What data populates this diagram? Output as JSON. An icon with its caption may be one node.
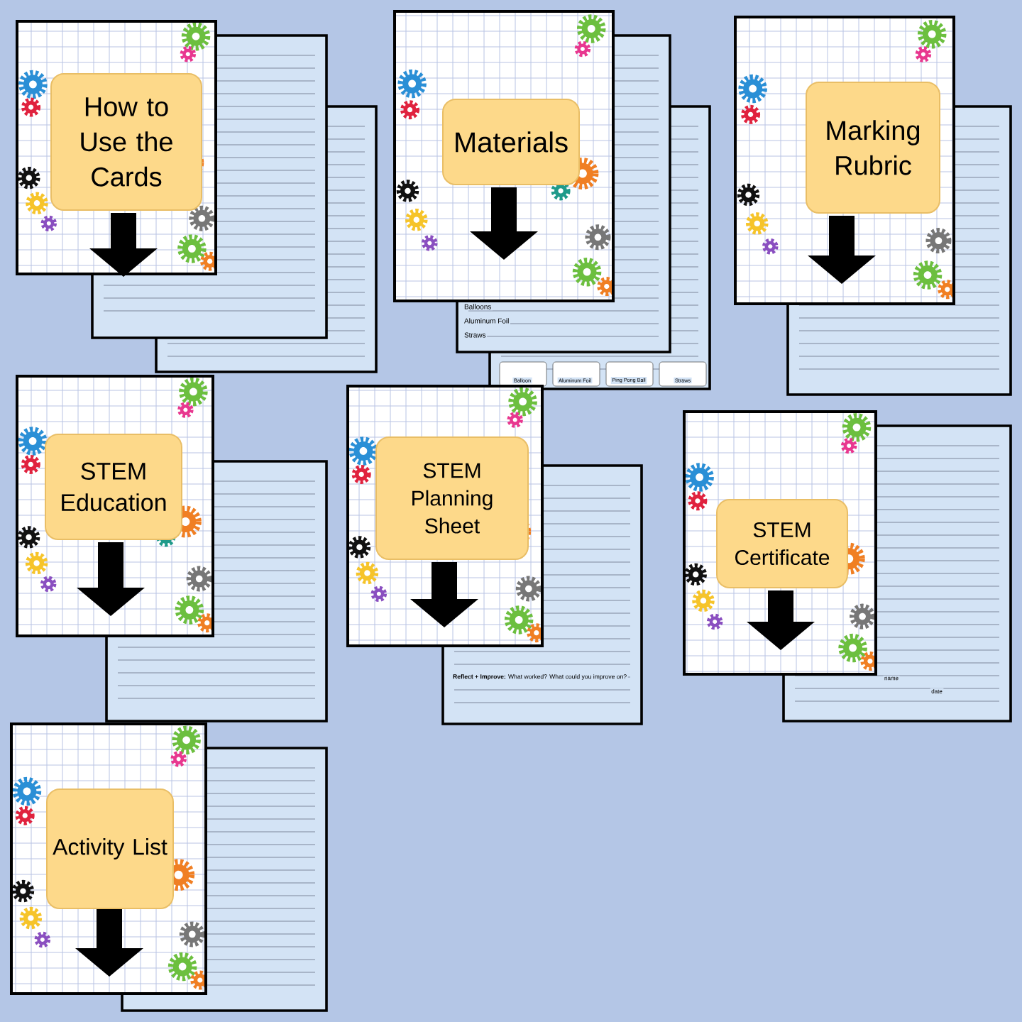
{
  "diagram": {
    "nodes": [
      {
        "text": [
          "How to Use the Cards"
        ]
      },
      {
        "text": [
          "Materials"
        ]
      },
      {
        "text": [
          "Marking Rubric"
        ]
      },
      {
        "text": [
          "STEM Education"
        ]
      },
      {
        "text": [
          "STEM Planning Sheet"
        ]
      },
      {
        "text": [
          "STEM Certificate"
        ]
      },
      {
        "text": [
          "Activity List"
        ]
      }
    ],
    "labels": [
      "Balloons",
      "Aluminum Foil",
      "Straws",
      "Balloon",
      "Aluminum Foil",
      "Ping Pong Ball",
      "Straws",
      "**Reflect + Improve:** What worked? What could you improve on?",
      "name",
      "date"
    ]
  }
}
